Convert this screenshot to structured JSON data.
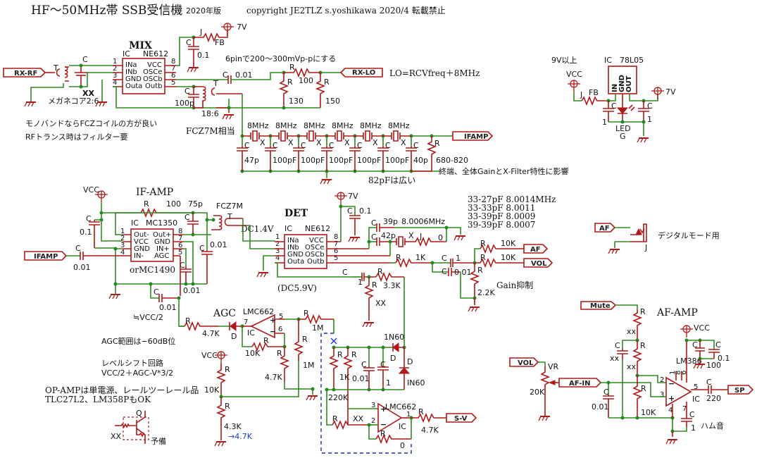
{
  "header": {
    "title": "HF〜50MHz帯 SSB受信機",
    "edition": "2020年版",
    "copyright": "copyright  JE2TLZ  s.yoshikawa  2020/4   転載禁止"
  },
  "colors": {
    "wire": "#2e8b1e",
    "component": "#b01818",
    "junction": "#1f8a1f",
    "note_blue": "#1a3acf",
    "dashed_box": "#1a2fb0"
  },
  "mix": {
    "title": "MIX",
    "ic_label": "IC",
    "ic_part": "NE612",
    "pins_left": [
      "INa",
      "INb",
      "GND",
      "Outa"
    ],
    "pins_right": [
      "VCC",
      "OSCe",
      "OSCb",
      "Outb"
    ],
    "pin_nums_left": [
      "1",
      "2",
      "3",
      "4"
    ],
    "pin_nums_right": [
      "8",
      "7",
      "6",
      "5"
    ],
    "rf_port": "RX-RF",
    "lo_port": "RX-LO",
    "t_in": "T",
    "c_in": "C",
    "c_in_val": "XX",
    "core_note": "メガネコア2:6",
    "c_vcc": "C",
    "c_vcc_val": "0.1",
    "fb_j": "J",
    "fb": "FB",
    "vcc": "7V",
    "c_lo": "C",
    "c_lo_val": "0.01",
    "lo_note": "6pinで200〜300mVp-pにする",
    "r_lo": "R",
    "r_lo_val": "100",
    "r_a": "R",
    "r_a_val": "130",
    "r_b": "R",
    "r_b_val": "150",
    "lo_formula": "LO=RCVfreq＋8MHz",
    "c_out": "C",
    "c_out_val": "100p",
    "t_out": "T",
    "t_ratio": "18:6",
    "t_note": "FCZ7M相当",
    "note1": "モノバンドならFCZコイルの方が良い",
    "note2": "RFトランス時はフィルター要"
  },
  "filter": {
    "crystals": [
      "8MHz",
      "8MHz",
      "8MHz",
      "8MHz",
      "8MHz",
      "8MHz"
    ],
    "x_label": "X",
    "caps": [
      "47p",
      "100pF",
      "100pF",
      "100pF",
      "100pF",
      "100pF",
      "40p"
    ],
    "c_label": "C",
    "r_label": "R",
    "r_term": "680-820",
    "out_port": "IFAMP",
    "note_wide": "82pFは広い",
    "note_term": "終端、全体GainとX-Filter特性に影響"
  },
  "reg": {
    "note": "9V以上",
    "vcc": "VCC",
    "j": "J",
    "fb": "FB",
    "ic_label": "IC",
    "ic_part": "78L05",
    "pins": [
      "IN",
      "GND",
      "OUT"
    ],
    "c1": "C",
    "c1_val": "1",
    "c2": "C",
    "c2_val": "1",
    "led": "LED",
    "led_color": "G",
    "out": "7V"
  },
  "ifamp": {
    "title": "IF-AMP",
    "vcc": "VCC",
    "ic_label": "IC",
    "ic_part": "MC1350",
    "alt": "orMC1490",
    "pins_left": [
      "Out-",
      "VCC",
      "GND",
      "IN-"
    ],
    "pins_right": [
      "Out+",
      "GND",
      "IN+",
      "AGC"
    ],
    "pin_nums_left": [
      "1",
      "2",
      "3",
      "4"
    ],
    "pin_nums_right": [
      "8",
      "7",
      "6",
      "5"
    ],
    "in_port": "IFAMP",
    "c_in": "C",
    "c_in_val": "0.01",
    "c_vcc": "C",
    "c_vcc_val": "0.1",
    "r": "R",
    "r_val": "100",
    "c_tank_val": "75p",
    "c_tank": "C",
    "t": "T",
    "coil": "FCZ7M",
    "c_bp": "C",
    "c_bp_val": "0.01",
    "c_in2": "C",
    "c_in2_val": "0.01",
    "c_agc": "C",
    "c_agc_val": "0.01",
    "dc_note": "DC1.4V"
  },
  "det": {
    "title": "DET",
    "ic_label": "IC",
    "ic_part": "NE612",
    "vcc": "7V",
    "pins_left": [
      "INa",
      "INb",
      "GND",
      "Outa"
    ],
    "pins_right": [
      "VCC",
      "OSCe",
      "OSCb",
      "Outb"
    ],
    "pin_nums_left": [
      "1",
      "2",
      "3",
      "4"
    ],
    "pin_nums_right": [
      "8",
      "7",
      "6",
      "5"
    ],
    "c_vcc": "C",
    "c_vcc_val": "0.1",
    "c1": "C",
    "c1_val": "39p",
    "freq": "8.0006MHz",
    "c2": "C",
    "c2_val": "42p",
    "x": "X",
    "j": "J",
    "j_val": "0",
    "bfo_table": [
      "33-27pF 8.0014MHz",
      "33-33pF 8.0011",
      "33-39pF 8.0009",
      "39-39pF 8.0007"
    ],
    "r_out": "R",
    "r_out_val": "1K",
    "c_cpl": "C",
    "c_cpl_val": "1",
    "c_f": "C",
    "c_f_val": "0.01",
    "r_af": "R",
    "r_af_val": "10K",
    "r_vol": "R",
    "r_vol_val": "10K",
    "r_g": "R",
    "r_g_val": "2.2K",
    "port_af": "AF",
    "port_vol": "VOL",
    "gain_note": "Gain抑制",
    "dc_note": "(DC5.9V)"
  },
  "agc": {
    "title": "AGC",
    "vcc2": "≒VCC/2",
    "r_in": "R",
    "r_in_val": "4.7K",
    "d": "D",
    "ic1": "LMC662",
    "ic_label": "IC",
    "pins1": [
      "5",
      "6",
      "7"
    ],
    "r_fb": "R",
    "r_fb_val": "10K",
    "r_g": "R",
    "r_g_val": "4.7K",
    "r_1m": "R",
    "r_1m_val": "1M",
    "r_1m2": "R",
    "r_1m2_val": "1M",
    "c_cpl": "C",
    "c_cpl_val": "1",
    "r_33": "R",
    "r_33_val": "3.3K",
    "r_xx": "R",
    "r_xx_val": "XX",
    "d1": "1N60",
    "d1_label": "D",
    "d2": "IN60",
    "d2_label": "D",
    "r_1k": "R",
    "r_1k_val": "1K",
    "r_220": "R",
    "r_220_val": "220K",
    "c_a": "C",
    "c_a_val": "0.01",
    "c_b": "C",
    "c_b_val": "1",
    "ic2": "LMC662",
    "pins2": [
      "3",
      "2",
      "1"
    ],
    "r_xx2": "R",
    "r_xx2_val": "XX",
    "r_0": "R",
    "r_0_val": "0",
    "r_out": "R",
    "r_out_val": "4.7K",
    "port_sv": "S-V",
    "vcc": "VCC",
    "r_top": "R",
    "r_top_val": "10K",
    "r_bot": "R",
    "r_bot_val": "4.3K",
    "r_bot_note": "→4.7K",
    "note_range": "AGC範囲は−60dB位",
    "note_shift": "レベルシフト回路",
    "note_formula": "VCC/2＋AGC-V*3/2",
    "note_opamp1": "OP-AMPは単電源、レールツーレール品",
    "note_opamp2": "TLC27L2、LM358PもOK",
    "q": "Q",
    "q_xx": "XX",
    "q_note": "予備"
  },
  "jack": {
    "port": "AF",
    "j": "J",
    "note": "デジタルモード用"
  },
  "afamp": {
    "title": "AF-AMP",
    "mute": "Mute",
    "r_m": "R",
    "r_m_val": "xx",
    "c_m": "C",
    "c_m_val": "xx",
    "r_m2": "R",
    "r_m2_val": "xx",
    "vcc": "VCC",
    "c1": "C",
    "c1_val": "100",
    "c2": "C",
    "c2_val": "0.1",
    "ic": "LM386",
    "ic_label": "IC",
    "pins": [
      "2",
      "3",
      "4",
      "5",
      "7",
      "1",
      "8",
      "6"
    ],
    "vol": "VOL",
    "vr": "VR",
    "vr_val": "20K",
    "af_in": "AF-IN",
    "c_in": "C",
    "c_in_val": "0.01",
    "r_in": "R",
    "r_in_val": "10K",
    "c_out": "C",
    "c_out_val": "220",
    "sp": "SP",
    "c7": "C",
    "c7_val": "1",
    "hum": "ハム音"
  }
}
